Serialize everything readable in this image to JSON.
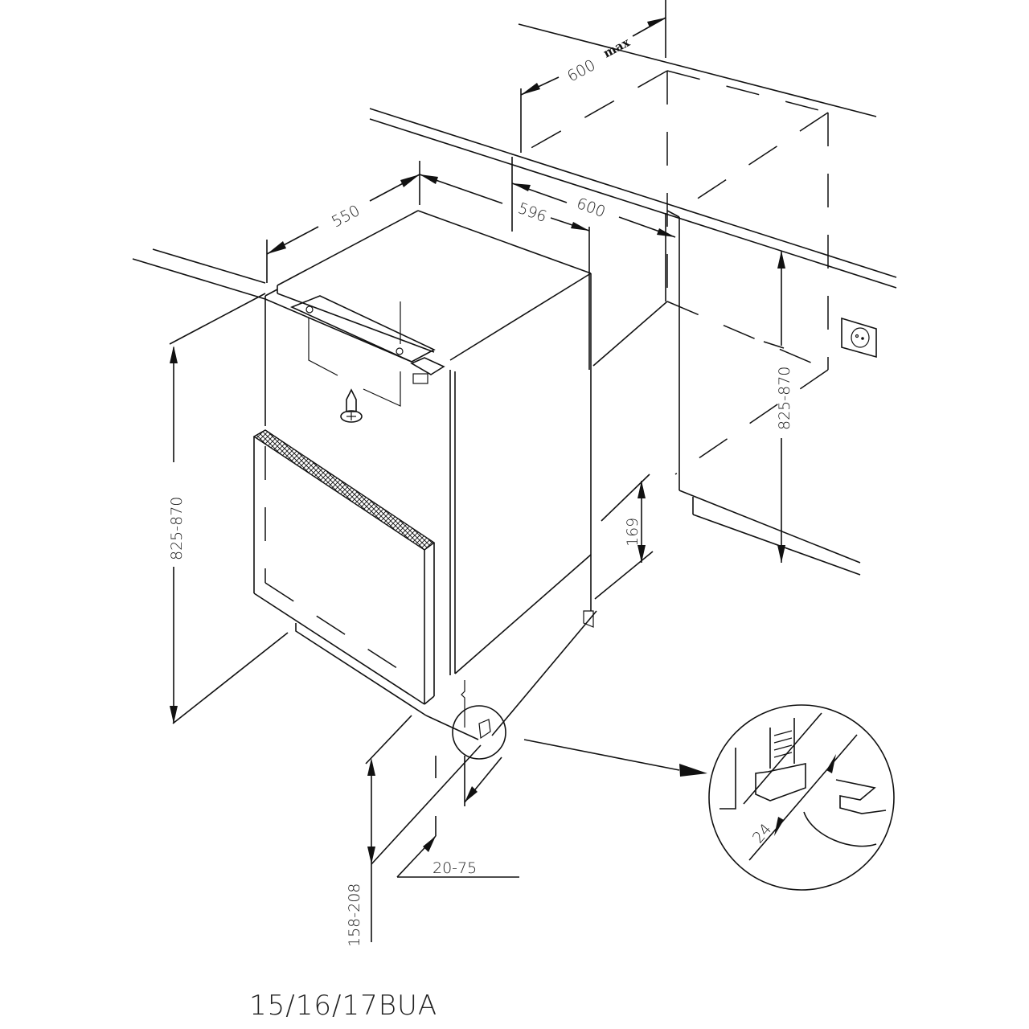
{
  "diagram": {
    "title": "15/16/17BUA",
    "type": "built-under appliance installation drawing",
    "dimensions": {
      "niche_depth": "600",
      "niche_depth_qualifier": "max",
      "appliance_depth": "550",
      "appliance_width": "596",
      "niche_width": "600",
      "appliance_height": "825-870",
      "niche_height": "825-870",
      "plinth_height": "169",
      "foot_adjust_height": "158-208",
      "foot_setback": "20-75",
      "wrench_size": "24"
    },
    "components": [
      "worktop",
      "appliance-cabinet",
      "decor-door-panel",
      "mounting-bracket",
      "fixing-screw",
      "door-hinge",
      "adjustable-foot",
      "wall-socket",
      "adjacent-cabinet",
      "detail-callout-foot-wrench"
    ]
  }
}
